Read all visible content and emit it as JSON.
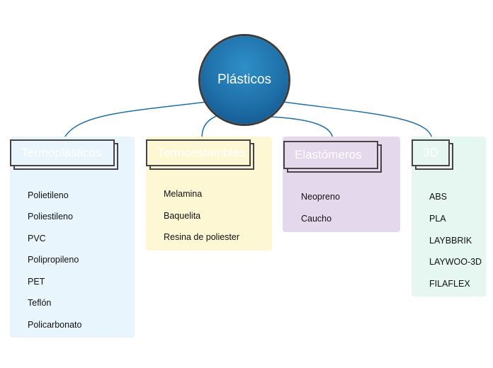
{
  "root": {
    "label": "Plásticos"
  },
  "branches": [
    {
      "label": "Termoplásticos",
      "items": [
        "Polietileno",
        "Poliestileno",
        "PVC",
        "Polipropileno",
        "PET",
        "Teflón",
        "Policarbonato"
      ]
    },
    {
      "label": "Termoestambles",
      "items": [
        "Melamina",
        "Baquelita",
        "Resina de poliester"
      ]
    },
    {
      "label": "Elastómeros",
      "items": [
        "Neopreno",
        "Caucho"
      ]
    },
    {
      "label": "3D",
      "items": [
        "ABS",
        "PLA",
        "LAYBBRIK",
        "LAYWOO-3D",
        "FILAFLEX"
      ]
    }
  ],
  "colors": {
    "connector": "#1f6fa8",
    "root_fill": "#1f6fa8",
    "termoplasticos_panel": "#e9f5fc",
    "termoestambles_panel": "#fdf8d3",
    "elastomeros_panel": "#e4d8ec",
    "3d_panel": "#e6f6f0"
  }
}
